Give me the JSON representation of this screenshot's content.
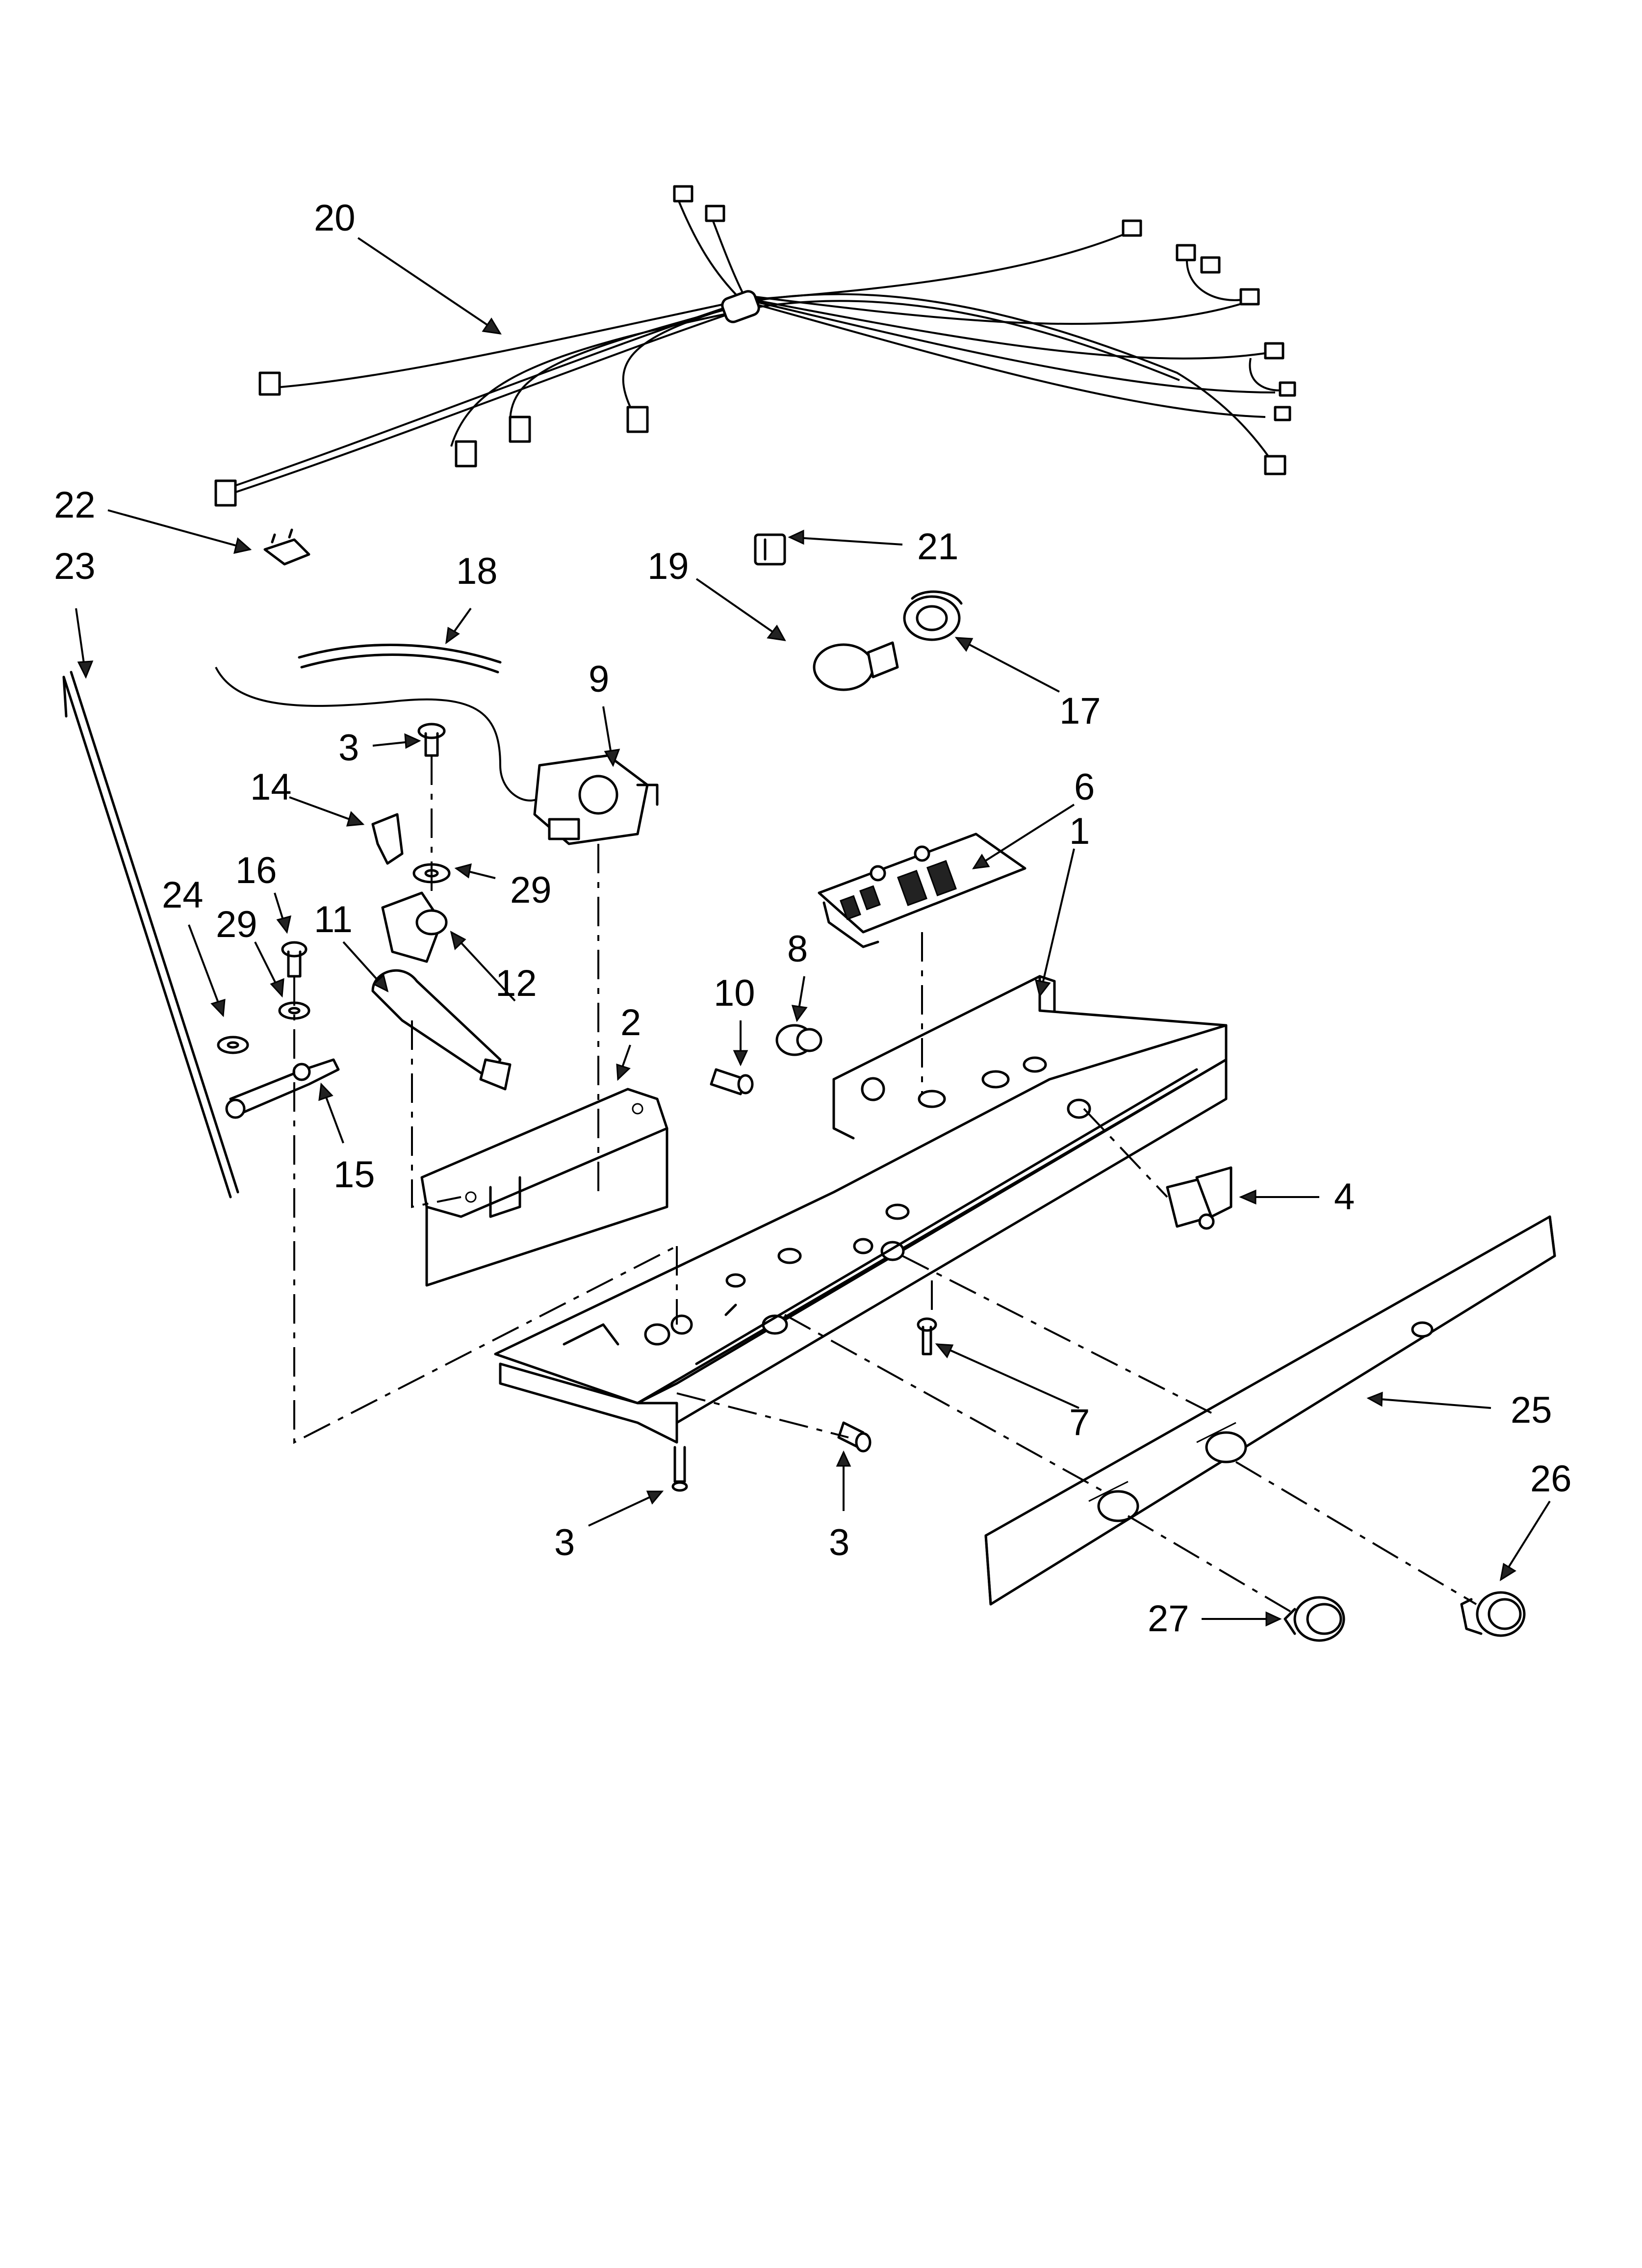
{
  "callouts": [
    {
      "id": "c20",
      "label": "20"
    },
    {
      "id": "c22",
      "label": "22"
    },
    {
      "id": "c23",
      "label": "23"
    },
    {
      "id": "c18",
      "label": "18"
    },
    {
      "id": "c19",
      "label": "19"
    },
    {
      "id": "c21",
      "label": "21"
    },
    {
      "id": "c17",
      "label": "17"
    },
    {
      "id": "c9",
      "label": "9"
    },
    {
      "id": "c3a",
      "label": "3"
    },
    {
      "id": "c14",
      "label": "14"
    },
    {
      "id": "c29a",
      "label": "29"
    },
    {
      "id": "c6",
      "label": "6"
    },
    {
      "id": "c1",
      "label": "1"
    },
    {
      "id": "c24",
      "label": "24"
    },
    {
      "id": "c16",
      "label": "16"
    },
    {
      "id": "c29b",
      "label": "29"
    },
    {
      "id": "c11",
      "label": "11"
    },
    {
      "id": "c12",
      "label": "12"
    },
    {
      "id": "c8",
      "label": "8"
    },
    {
      "id": "c10",
      "label": "10"
    },
    {
      "id": "c2",
      "label": "2"
    },
    {
      "id": "c15",
      "label": "15"
    },
    {
      "id": "c4",
      "label": "4"
    },
    {
      "id": "c7",
      "label": "7"
    },
    {
      "id": "c25",
      "label": "25"
    },
    {
      "id": "c26",
      "label": "26"
    },
    {
      "id": "c3b",
      "label": "3"
    },
    {
      "id": "c3c",
      "label": "3"
    },
    {
      "id": "c27",
      "label": "27"
    }
  ]
}
